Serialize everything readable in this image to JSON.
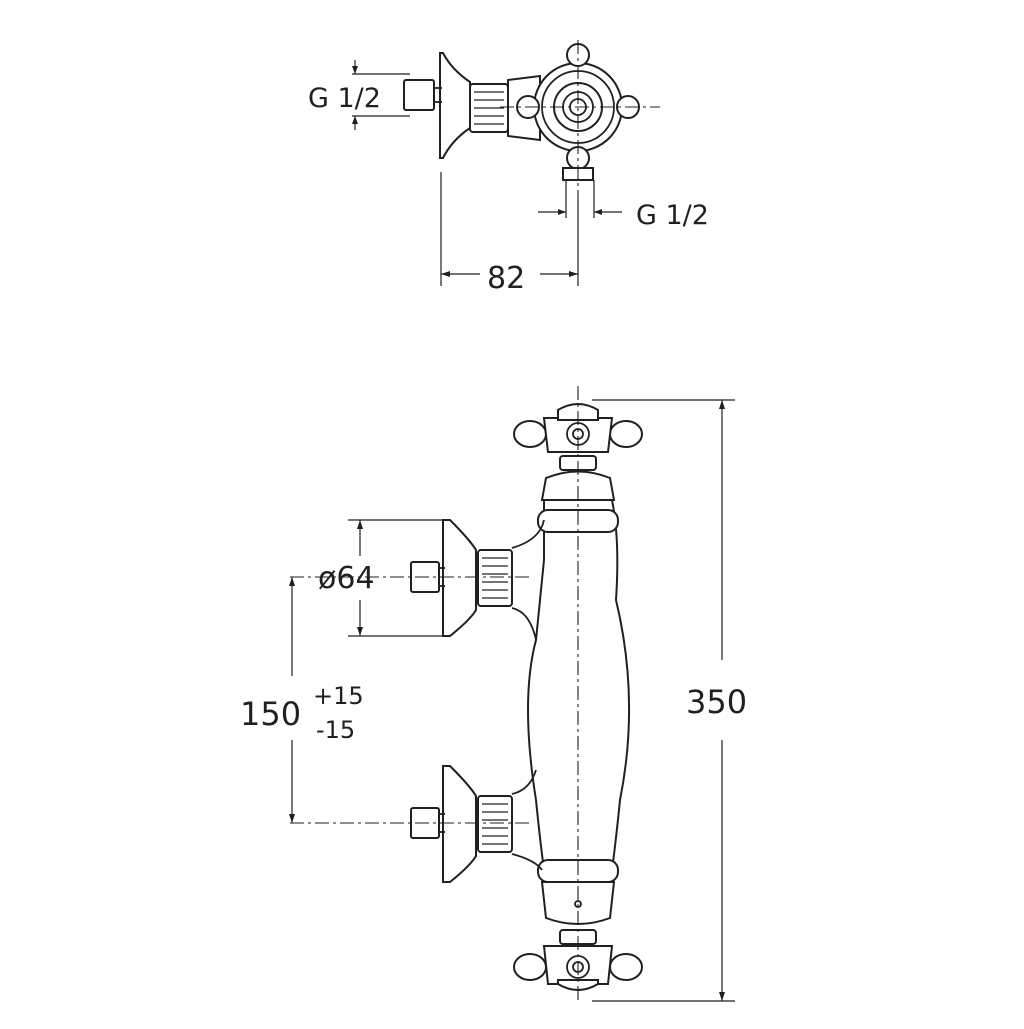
{
  "top_view": {
    "thread_label_left": "G 1/2",
    "thread_label_bottom": "G 1/2",
    "depth_dimension": "82"
  },
  "front_view": {
    "height_dimension": "350",
    "flange_diameter": "ø64",
    "center_distance": "150",
    "tolerance_plus": "+15",
    "tolerance_minus": "-15"
  },
  "colors": {
    "line": "#231f20",
    "background": "#ffffff"
  }
}
